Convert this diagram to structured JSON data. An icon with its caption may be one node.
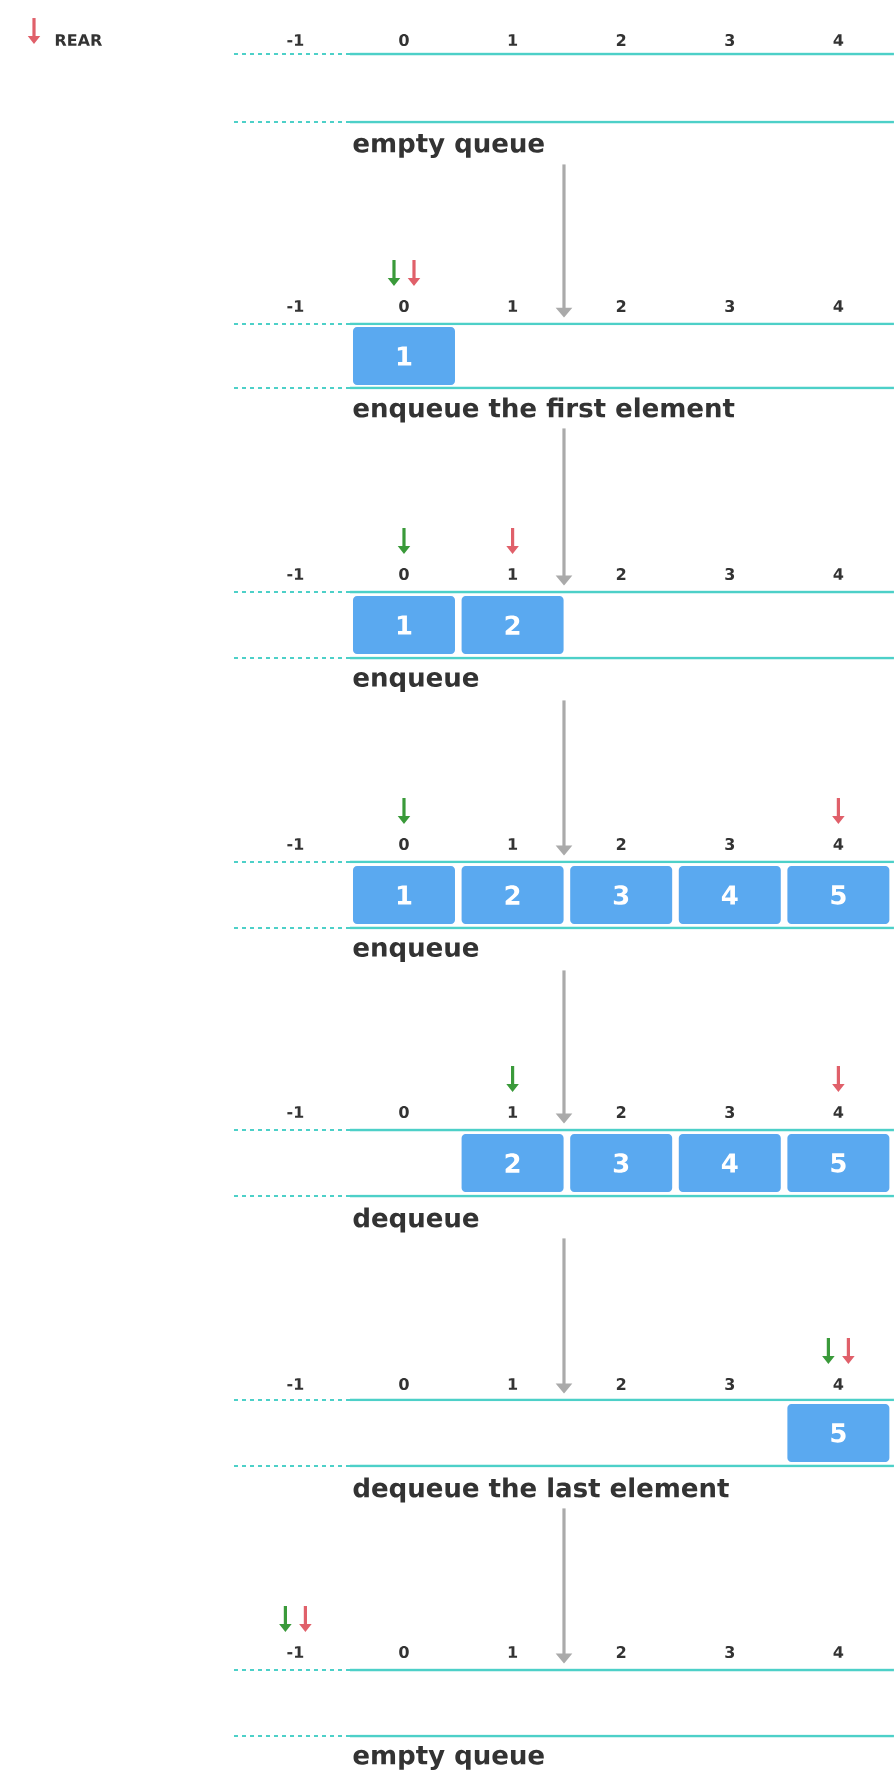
{
  "diagram": {
    "nodes": [
      {
        "text": [
          "empty queue"
        ],
        "beside": [
          "-1",
          "0",
          "1",
          "2",
          "3",
          "4"
        ]
      },
      {
        "text": [
          "enqueue the first element"
        ],
        "beside": [
          "-1",
          "0",
          "1",
          "2",
          "3",
          "4"
        ]
      },
      {
        "text": [
          "1"
        ],
        "in": 1
      },
      {
        "text": [
          "enqueue"
        ],
        "beside": [
          "-1",
          "0",
          "1",
          "2",
          "3",
          "4"
        ]
      },
      {
        "text": [
          "1"
        ],
        "in": 3
      },
      {
        "text": [
          "2"
        ],
        "in": 3
      },
      {
        "text": [
          "enqueue"
        ],
        "beside": [
          "-1",
          "0",
          "1",
          "2",
          "3",
          "4"
        ]
      },
      {
        "text": [
          "1"
        ],
        "in": 6
      },
      {
        "text": [
          "2"
        ],
        "in": 6
      },
      {
        "text": [
          "3"
        ],
        "in": 6
      },
      {
        "text": [
          "4"
        ],
        "in": 6
      },
      {
        "text": [
          "5"
        ],
        "in": 6
      },
      {
        "text": [
          "dequeue"
        ],
        "beside": [
          "-1",
          "0",
          "1",
          "2",
          "3",
          "4"
        ]
      },
      {
        "text": [
          "2"
        ],
        "in": 12
      },
      {
        "text": [
          "3"
        ],
        "in": 12
      },
      {
        "text": [
          "4"
        ],
        "in": 12
      },
      {
        "text": [
          "5"
        ],
        "in": 12
      },
      {
        "text": [
          "dequeue the last element"
        ],
        "beside": [
          "-1",
          "0",
          "1",
          "2",
          "3",
          "4"
        ]
      },
      {
        "text": [
          "5"
        ],
        "in": 17
      },
      {
        "text": [
          "empty queue"
        ],
        "beside": [
          "-1",
          "0",
          "1",
          "2",
          "3",
          "4"
        ]
      }
    ],
    "edges": [
      {
        "from": 0,
        "to": 1,
        "arrow": "to"
      },
      {
        "from": 1,
        "to": 3,
        "arrow": "to"
      },
      {
        "from": 3,
        "to": 6,
        "arrow": "to"
      },
      {
        "from": 6,
        "to": 12,
        "arrow": "to"
      },
      {
        "from": 12,
        "to": 17,
        "arrow": "to"
      },
      {
        "from": 17,
        "to": 19,
        "arrow": "to"
      }
    ],
    "legend": [
      {
        "text": "REAR"
      }
    ]
  }
}
